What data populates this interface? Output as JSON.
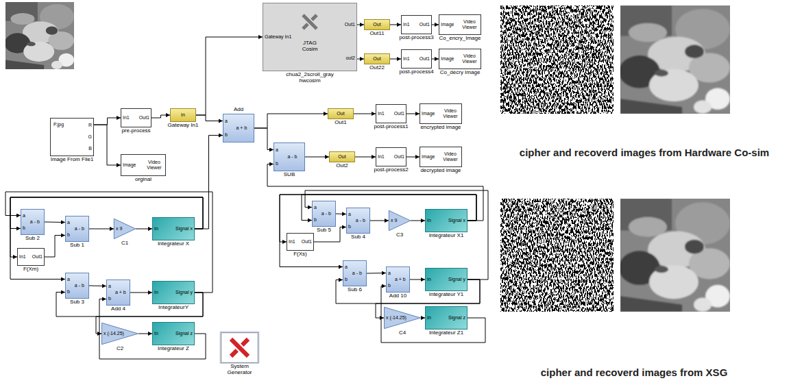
{
  "diagram": {
    "nodes": [
      {
        "text": [
          "P.jpg",
          "R",
          "G",
          "B",
          "Image From File1"
        ]
      },
      {
        "text": [
          "In1",
          "Out1",
          "pre-process"
        ]
      },
      {
        "text": [
          "Image",
          "Video Viewer",
          "orginal"
        ]
      },
      {
        "text": [
          "In",
          "Gateway In1"
        ]
      },
      {
        "text": [
          "a",
          "b",
          "a + b",
          "Add"
        ]
      },
      {
        "text": [
          "Gateway In1",
          "JTAG Cosim",
          "Out1",
          "out2",
          "chua2_2scroll_gray hwcosim"
        ]
      },
      {
        "text": [
          "Out",
          "Out11"
        ]
      },
      {
        "text": [
          "In1",
          "Out1",
          "post-process3"
        ]
      },
      {
        "text": [
          "Image",
          "Video Viewer",
          "Co_encry_Image"
        ]
      },
      {
        "text": [
          "Out",
          "Out22"
        ]
      },
      {
        "text": [
          "In1",
          "Out1",
          "post-process4"
        ]
      },
      {
        "text": [
          "Image",
          "Video Viewer",
          "Co_decry Image"
        ]
      },
      {
        "text": [
          "Out",
          "Out1"
        ]
      },
      {
        "text": [
          "In1",
          "Out1",
          "post-process1"
        ]
      },
      {
        "text": [
          "Image",
          "Video Viewer",
          "encrypted image"
        ]
      },
      {
        "text": [
          "a",
          "b",
          "a - b",
          "SUB"
        ]
      },
      {
        "text": [
          "Out",
          "Out2"
        ]
      },
      {
        "text": [
          "In1",
          "Out1",
          "post-process2"
        ]
      },
      {
        "text": [
          "Image",
          "Video Viewer",
          "decrypted image"
        ]
      },
      {
        "text": [
          "a",
          "b",
          "a - b",
          "Sub 2"
        ]
      },
      {
        "text": [
          "In1",
          "Out1",
          "F(Xm)"
        ]
      },
      {
        "text": [
          "a",
          "b",
          "a - b",
          "Sub 1"
        ]
      },
      {
        "text": [
          "x 9",
          "C1"
        ]
      },
      {
        "text": [
          "In",
          "Signal x",
          "Integrateur X"
        ]
      },
      {
        "text": [
          "a",
          "b",
          "a - b",
          "Sub 3"
        ]
      },
      {
        "text": [
          "a",
          "b",
          "a + b",
          "Add 4"
        ]
      },
      {
        "text": [
          "In",
          "Signal y",
          "IntegrateurY"
        ]
      },
      {
        "text": [
          "x (-14.25)",
          "C2"
        ]
      },
      {
        "text": [
          "In",
          "Signal z",
          "Integrateur Z"
        ]
      },
      {
        "text": [
          "System Generator"
        ]
      },
      {
        "text": [
          "a",
          "b",
          "a - b",
          "Sub 5"
        ]
      },
      {
        "text": [
          "In1",
          "Out1",
          "F(Xs)"
        ]
      },
      {
        "text": [
          "a",
          "b",
          "a - b",
          "Sub 4"
        ]
      },
      {
        "text": [
          "x 9",
          "C3"
        ]
      },
      {
        "text": [
          "In",
          "Signal x",
          "Integrateur X1"
        ]
      },
      {
        "text": [
          "a",
          "b",
          "a - b",
          "Sub 6"
        ]
      },
      {
        "text": [
          "a",
          "b",
          "a + b",
          "Add 10"
        ]
      },
      {
        "text": [
          "In",
          "Signal y",
          "Integrateur Y1"
        ]
      },
      {
        "text": [
          "x (-14.25)",
          "C4"
        ]
      },
      {
        "text": [
          "In",
          "Signal z",
          "Integrateur Z1"
        ]
      }
    ],
    "edges": [
      {
        "from": 0,
        "to": 1,
        "arrow": "to"
      },
      {
        "from": 0,
        "to": 2,
        "arrow": "to"
      },
      {
        "from": 1,
        "to": 3,
        "arrow": "to"
      },
      {
        "from": 3,
        "to": 5,
        "arrow": "to"
      },
      {
        "from": 3,
        "to": 4,
        "arrow": "to"
      },
      {
        "from": 5,
        "to": 6,
        "arrow": "to"
      },
      {
        "from": 6,
        "to": 7,
        "arrow": "to"
      },
      {
        "from": 7,
        "to": 8,
        "arrow": "to"
      },
      {
        "from": 5,
        "to": 9,
        "arrow": "to"
      },
      {
        "from": 9,
        "to": 10,
        "arrow": "to"
      },
      {
        "from": 10,
        "to": 11,
        "arrow": "to"
      },
      {
        "from": 4,
        "to": 12,
        "arrow": "to"
      },
      {
        "from": 12,
        "to": 13,
        "arrow": "to"
      },
      {
        "from": 13,
        "to": 14,
        "arrow": "to"
      },
      {
        "from": 4,
        "to": 15,
        "arrow": "to"
      },
      {
        "from": 15,
        "to": 16,
        "arrow": "to"
      },
      {
        "from": 16,
        "to": 17,
        "arrow": "to"
      },
      {
        "from": 17,
        "to": 18,
        "arrow": "to"
      },
      {
        "from": 23,
        "to": 4,
        "arrow": "to"
      },
      {
        "from": 34,
        "to": 15,
        "arrow": "to"
      },
      {
        "from": 19,
        "to": 21,
        "arrow": "to"
      },
      {
        "from": 20,
        "to": 21,
        "arrow": "to"
      },
      {
        "from": 21,
        "to": 22,
        "arrow": "to"
      },
      {
        "from": 22,
        "to": 23,
        "arrow": "to"
      },
      {
        "from": 23,
        "to": 19,
        "arrow": "to"
      },
      {
        "from": 23,
        "to": 20,
        "arrow": "to"
      },
      {
        "from": 23,
        "to": 24,
        "arrow": "to"
      },
      {
        "from": 26,
        "to": 19,
        "arrow": "to"
      },
      {
        "from": 26,
        "to": 24,
        "arrow": "to"
      },
      {
        "from": 26,
        "to": 27,
        "arrow": "to"
      },
      {
        "from": 24,
        "to": 25,
        "arrow": "to"
      },
      {
        "from": 28,
        "to": 25,
        "arrow": "to"
      },
      {
        "from": 25,
        "to": 26,
        "arrow": "to"
      },
      {
        "from": 27,
        "to": 28,
        "arrow": "to"
      },
      {
        "from": 30,
        "to": 32,
        "arrow": "to"
      },
      {
        "from": 31,
        "to": 32,
        "arrow": "to"
      },
      {
        "from": 32,
        "to": 33,
        "arrow": "to"
      },
      {
        "from": 33,
        "to": 34,
        "arrow": "to"
      },
      {
        "from": 34,
        "to": 30,
        "arrow": "to"
      },
      {
        "from": 34,
        "to": 31,
        "arrow": "to"
      },
      {
        "from": 34,
        "to": 35,
        "arrow": "to"
      },
      {
        "from": 37,
        "to": 30,
        "arrow": "to"
      },
      {
        "from": 37,
        "to": 35,
        "arrow": "to"
      },
      {
        "from": 37,
        "to": 38,
        "arrow": "to"
      },
      {
        "from": 35,
        "to": 36,
        "arrow": "to"
      },
      {
        "from": 39,
        "to": 36,
        "arrow": "to"
      },
      {
        "from": 36,
        "to": 37,
        "arrow": "to"
      },
      {
        "from": 38,
        "to": 39,
        "arrow": "to"
      }
    ],
    "labels": [
      "cipher and recoverd images from Hardware Co-sim",
      "cipher and recoverd images from XSG"
    ]
  }
}
